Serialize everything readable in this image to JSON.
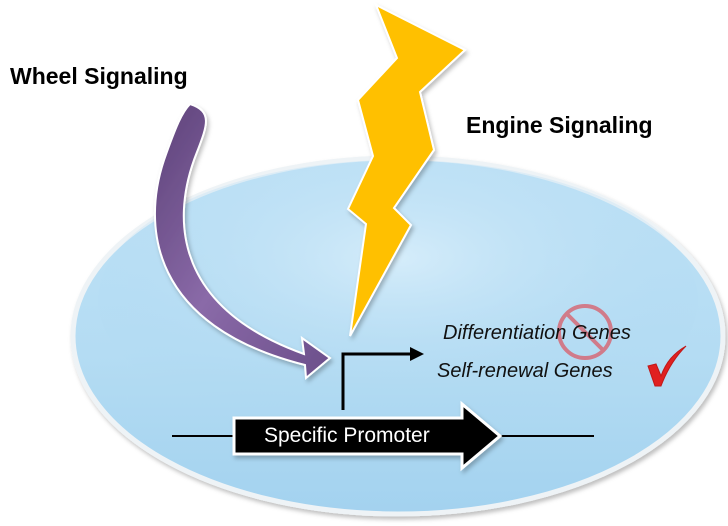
{
  "labels": {
    "wheel_signaling": "Wheel Signaling",
    "engine_signaling": "Engine Signaling",
    "differentiation_genes": "Differentiation Genes",
    "self_renewal_genes": "Self-renewal Genes",
    "specific_promoter": "Specific Promoter"
  },
  "colors": {
    "cell_fill_top": "#c9e6f7",
    "cell_fill_bottom": "#a9d6f1",
    "cell_border": "#e8eef2",
    "lightning_fill": "#ffc000",
    "curved_arrow": "#7b5b99",
    "promoter_arrow": "#000000",
    "check_mark": "#e02020",
    "prohibition_sign": "#d05060"
  },
  "icons": {
    "lightning": "lightning-bolt-icon",
    "curved_arrow": "curved-arrow-icon",
    "prohibition": "no-sign-icon",
    "check": "check-mark-icon",
    "transcription_start": "bent-arrow-icon"
  },
  "status": {
    "differentiation_genes": "blocked",
    "self_renewal_genes": "active"
  }
}
